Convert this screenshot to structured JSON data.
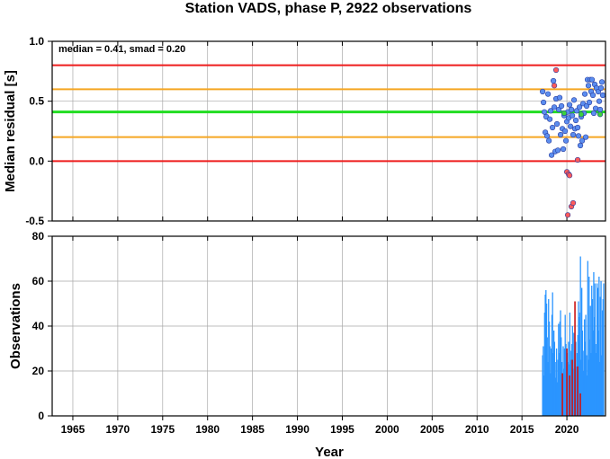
{
  "chart_data": [
    {
      "type": "scatter",
      "title": "Station VADS, phase P, 2922 observations",
      "annotation": "median = 0.41, smad = 0.20",
      "xlabel": "",
      "ylabel": "Median residual [s]",
      "xlim": [
        1962.7,
        2024.3
      ],
      "ylim": [
        -0.5,
        1.0
      ],
      "yticks": [
        "1.0",
        "0.5",
        "0.0",
        "-0.5"
      ],
      "ytick_values": [
        1.0,
        0.5,
        0.0,
        -0.5
      ],
      "grid": true,
      "reference_lines": [
        {
          "y": 0.8,
          "color": "#ee1c1c"
        },
        {
          "y": 0.6,
          "color": "#f5a623"
        },
        {
          "y": 0.41,
          "color": "#22dd22"
        },
        {
          "y": 0.2,
          "color": "#f5a623"
        },
        {
          "y": 0.0,
          "color": "#ee1c1c"
        }
      ],
      "series": [
        {
          "color": "#5b8def",
          "points": [
            [
              2017.3,
              0.58
            ],
            [
              2017.4,
              0.49
            ],
            [
              2017.5,
              0.41
            ],
            [
              2017.6,
              0.24
            ],
            [
              2017.7,
              0.37
            ],
            [
              2017.8,
              0.21
            ],
            [
              2017.9,
              0.56
            ],
            [
              2018.0,
              0.17
            ],
            [
              2018.1,
              0.35
            ],
            [
              2018.2,
              0.42
            ],
            [
              2018.3,
              0.05
            ],
            [
              2018.4,
              0.28
            ],
            [
              2018.5,
              0.67
            ],
            [
              2018.6,
              0.45
            ],
            [
              2018.7,
              0.08
            ],
            [
              2018.8,
              0.52
            ],
            [
              2018.9,
              0.31
            ],
            [
              2019.0,
              0.09
            ],
            [
              2019.1,
              0.43
            ],
            [
              2019.2,
              0.53
            ],
            [
              2019.3,
              0.22
            ],
            [
              2019.4,
              0.46
            ],
            [
              2019.5,
              0.27
            ],
            [
              2019.6,
              0.1
            ],
            [
              2019.7,
              0.38
            ],
            [
              2019.8,
              0.25
            ],
            [
              2019.9,
              0.17
            ],
            [
              2020.0,
              0.33
            ],
            [
              2020.1,
              0.41
            ],
            [
              2020.2,
              0.36
            ],
            [
              2020.3,
              0.47
            ],
            [
              2020.4,
              0.29
            ],
            [
              2020.5,
              0.43
            ],
            [
              2020.6,
              0.38
            ],
            [
              2020.7,
              0.22
            ],
            [
              2020.8,
              0.51
            ],
            [
              2020.9,
              0.27
            ],
            [
              2021.0,
              0.34
            ],
            [
              2021.1,
              0.42
            ],
            [
              2021.2,
              0.28
            ],
            [
              2021.3,
              0.21
            ],
            [
              2021.4,
              0.45
            ],
            [
              2021.5,
              0.13
            ],
            [
              2021.6,
              0.37
            ],
            [
              2021.7,
              0.17
            ],
            [
              2021.8,
              0.48
            ],
            [
              2021.9,
              0.4
            ],
            [
              2022.0,
              0.56
            ],
            [
              2022.1,
              0.2
            ],
            [
              2022.2,
              0.46
            ],
            [
              2022.3,
              0.68
            ],
            [
              2022.4,
              0.63
            ],
            [
              2022.5,
              0.49
            ],
            [
              2022.6,
              0.68
            ],
            [
              2022.7,
              0.58
            ],
            [
              2022.8,
              0.68
            ],
            [
              2022.9,
              0.55
            ],
            [
              2023.0,
              0.4
            ],
            [
              2023.1,
              0.64
            ],
            [
              2023.2,
              0.44
            ],
            [
              2023.3,
              0.61
            ],
            [
              2023.5,
              0.58
            ],
            [
              2023.6,
              0.5
            ],
            [
              2023.7,
              0.43
            ],
            [
              2023.8,
              0.61
            ],
            [
              2023.9,
              0.66
            ],
            [
              2024.0,
              0.55
            ]
          ]
        },
        {
          "color": "#ff5a5a",
          "points": [
            [
              2018.8,
              0.76
            ],
            [
              2020.0,
              -0.09
            ],
            [
              2020.2,
              -0.11
            ],
            [
              2020.3,
              -0.12
            ],
            [
              2020.1,
              -0.45
            ],
            [
              2020.5,
              -0.38
            ],
            [
              2020.7,
              -0.35
            ],
            [
              2021.2,
              0.01
            ],
            [
              2018.6,
              0.63
            ]
          ]
        },
        {
          "color": "#3cd23c",
          "points": [
            [
              2019.7,
              0.4
            ],
            [
              2021.6,
              0.39
            ],
            [
              2023.7,
              0.39
            ]
          ]
        }
      ]
    },
    {
      "type": "bar",
      "xlabel": "Year",
      "ylabel": "Observations",
      "xlim": [
        1962.7,
        2024.3
      ],
      "ylim": [
        0,
        80
      ],
      "xticks": [
        "1965",
        "1970",
        "1975",
        "1980",
        "1985",
        "1990",
        "1995",
        "2000",
        "2005",
        "2010",
        "2015",
        "2020"
      ],
      "xtick_values": [
        1965,
        1970,
        1975,
        1980,
        1985,
        1990,
        1995,
        2000,
        2005,
        2010,
        2015,
        2020
      ],
      "yticks": [
        "80",
        "60",
        "40",
        "20",
        "0"
      ],
      "ytick_values": [
        80,
        60,
        40,
        20,
        0
      ],
      "grid": true,
      "series": [
        {
          "color": "#2b95ff",
          "start_year": 2017.3,
          "end_year": 2024.1,
          "values": [
            27,
            31,
            18,
            46,
            54,
            56,
            50,
            35,
            24,
            52,
            42,
            31,
            19,
            30,
            45,
            55,
            28,
            38,
            33,
            17,
            24,
            30,
            15,
            25,
            41,
            28,
            42,
            47,
            35,
            24,
            12,
            31,
            21,
            30,
            45,
            32,
            26,
            28,
            24,
            33,
            23,
            46,
            29,
            25,
            32,
            40,
            21,
            37,
            29,
            29,
            33,
            22,
            28,
            36,
            51,
            44,
            46,
            71,
            25,
            57,
            38,
            29,
            20,
            43,
            33,
            45,
            27,
            18,
            69,
            25,
            62,
            34,
            49,
            28,
            58,
            52,
            38,
            64,
            44,
            59,
            32,
            28,
            59,
            57,
            38,
            62,
            24,
            53,
            60,
            27,
            47,
            52,
            59
          ]
        },
        {
          "color": "#cc1414",
          "bars": [
            [
              2019.5,
              19
            ],
            [
              2020.0,
              30
            ],
            [
              2020.3,
              18
            ],
            [
              2020.6,
              25
            ],
            [
              2020.9,
              51
            ],
            [
              2021.2,
              22
            ],
            [
              2021.5,
              10
            ]
          ]
        }
      ]
    }
  ]
}
